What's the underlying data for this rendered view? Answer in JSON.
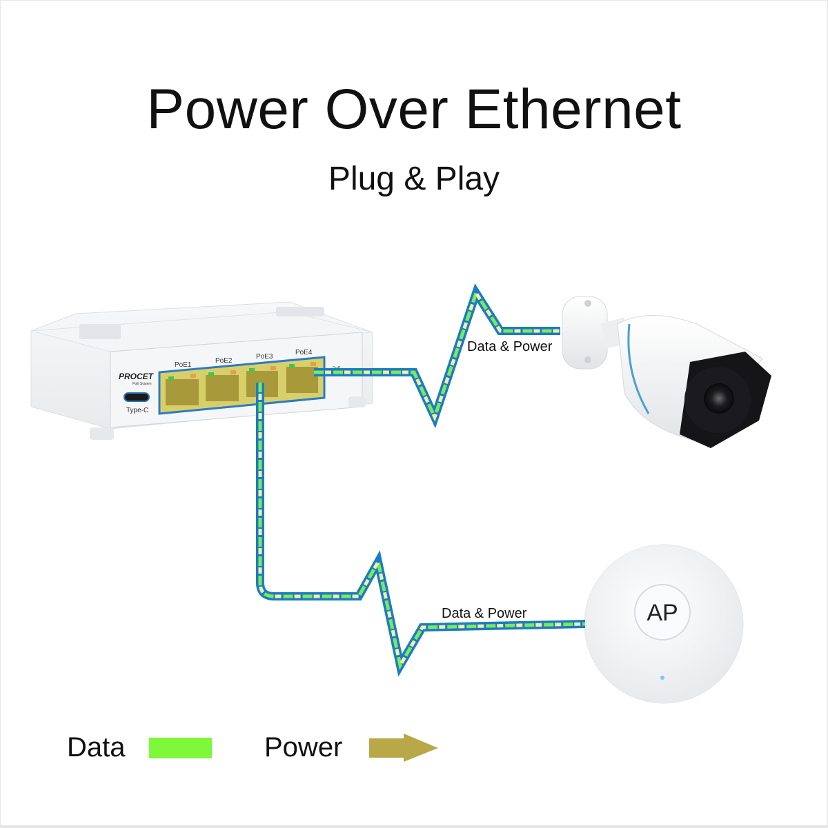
{
  "title": "Power Over Ethernet",
  "subtitle": "Plug & Play",
  "switch": {
    "brand": "PROCET",
    "brand_sub": "PoE System",
    "ports": [
      "PoE1",
      "PoE2",
      "PoE3",
      "PoE4"
    ],
    "usb_label": "Type-C",
    "side_label": "PoE"
  },
  "links": [
    {
      "label": "Data & Power",
      "from": "PoE4",
      "to": "camera"
    },
    {
      "label": "Data & Power",
      "from": "PoE3",
      "to": "access-point"
    }
  ],
  "access_point": {
    "label": "AP"
  },
  "legend": {
    "data_label": "Data",
    "power_label": "Power",
    "data_color": "#7ef83a",
    "power_color": "#b8a848"
  },
  "colors": {
    "cable": "#1a7cc4",
    "data_dash": "#7ee85a",
    "power_arrow": "#f3f0a0"
  }
}
